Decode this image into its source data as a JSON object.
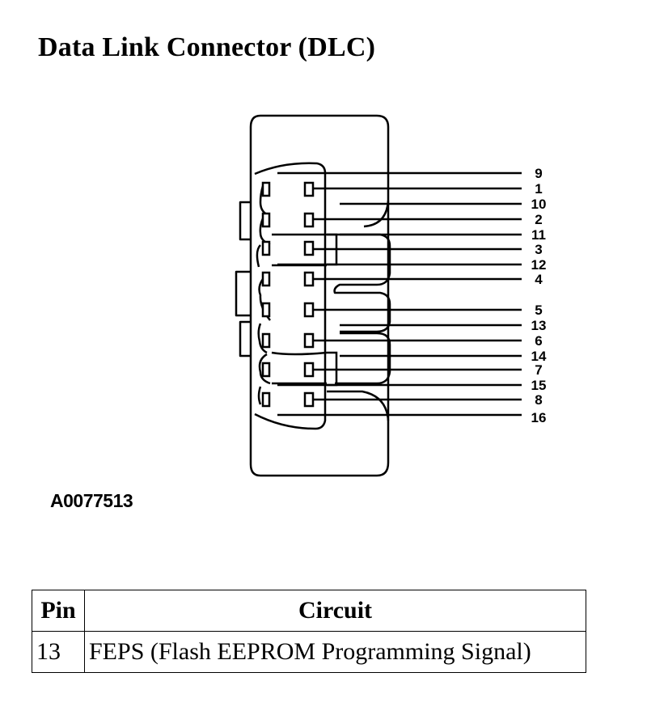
{
  "title": "Data Link Connector (DLC)",
  "figure_id": "A0077513",
  "connector": {
    "pin_labels": [
      "9",
      "1",
      "10",
      "2",
      "11",
      "3",
      "12",
      "4",
      "5",
      "13",
      "6",
      "14",
      "7",
      "15",
      "8",
      "16"
    ]
  },
  "table": {
    "headers": {
      "pin": "Pin",
      "circuit": "Circuit"
    },
    "rows": [
      {
        "pin": "13",
        "circuit": "FEPS (Flash EEPROM Programming Signal)"
      }
    ]
  }
}
